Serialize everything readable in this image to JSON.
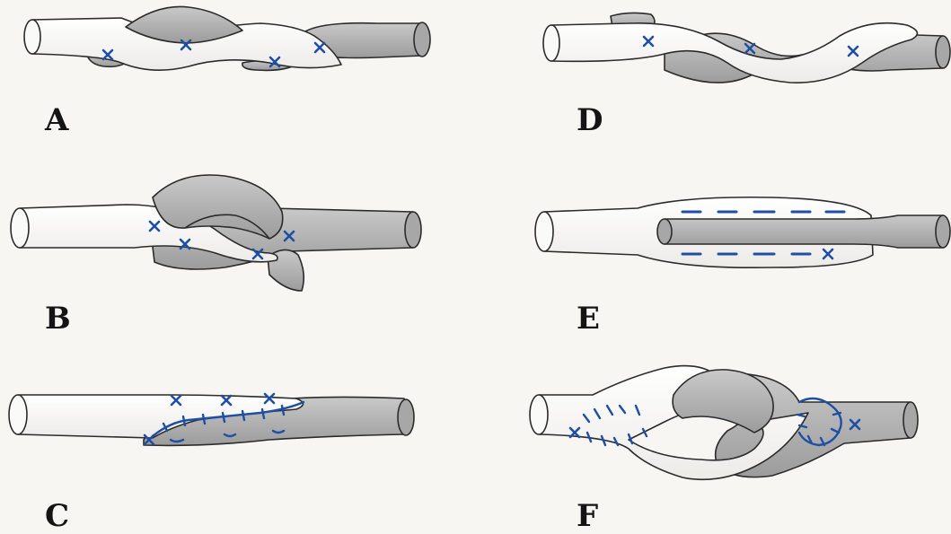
{
  "panels": [
    {
      "id": "A",
      "label": "A"
    },
    {
      "id": "B",
      "label": "B"
    },
    {
      "id": "C",
      "label": "C"
    },
    {
      "id": "D",
      "label": "D"
    },
    {
      "id": "E",
      "label": "E"
    },
    {
      "id": "F",
      "label": "F"
    }
  ],
  "colors": {
    "background": "#f7f6f3",
    "white_segment": "#f5f5f3",
    "gray_segment": "#b3b3b3",
    "outline": "#2b2b2b",
    "suture": "#1f4fa3",
    "label": "#141414"
  }
}
